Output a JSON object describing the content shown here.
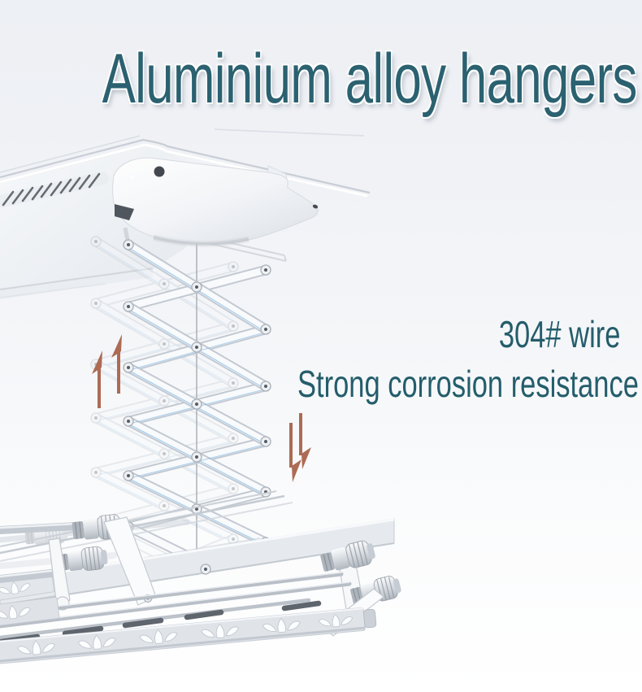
{
  "banner": {
    "headline": "Aluminium alloy hangers",
    "headline_color": "#2b6170"
  },
  "features": {
    "line1": "304# wire",
    "line2": "Strong corrosion resistance",
    "text_color": "#245d6b"
  },
  "annotations": {
    "arrow_color": "#ad6b54",
    "up_arrows": 2,
    "down_arrows": 2
  },
  "palette": {
    "background_top": "#edf0f4",
    "background_bottom": "#ffffff",
    "metal_outline": "#c3c9d1",
    "metal_fill": "#f8fafc",
    "metal_shade": "#dde2e8",
    "accent_blue": "#5ea6e0"
  }
}
